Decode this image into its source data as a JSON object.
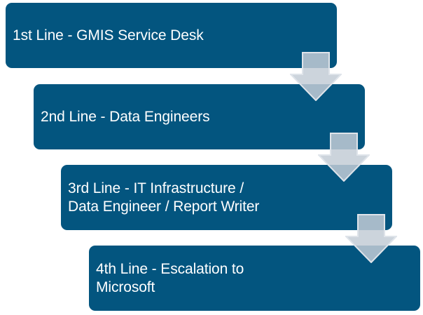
{
  "diagram": {
    "type": "vertical-step-process",
    "colors": {
      "box_fill": "#03557f",
      "box_text": "#ffffff",
      "arrow_fill": "#c3ccd6",
      "arrow_stroke": "#d6dce3"
    },
    "steps": [
      {
        "label": "1st Line - GMIS Service Desk"
      },
      {
        "label": "2nd Line - Data Engineers"
      },
      {
        "label": "3rd Line - IT Infrastructure /\nData Engineer / Report Writer"
      },
      {
        "label": "4th Line - Escalation to\nMicrosoft"
      }
    ],
    "connectors": [
      {
        "from": 1,
        "to": 2,
        "icon": "down-arrow-icon"
      },
      {
        "from": 2,
        "to": 3,
        "icon": "down-arrow-icon"
      },
      {
        "from": 3,
        "to": 4,
        "icon": "down-arrow-icon"
      }
    ]
  }
}
